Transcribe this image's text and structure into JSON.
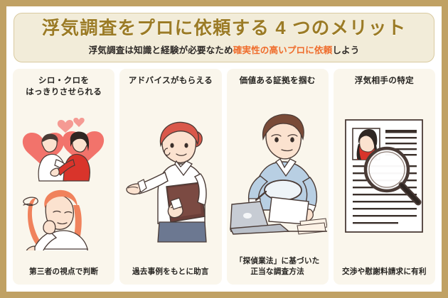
{
  "header": {
    "title": "浮気調査をプロに依頼する 4 つのメリット",
    "subtitle_plain_before": "浮気調査は知識と経験が必要なため",
    "subtitle_highlight": "確実性の高いプロに依頼",
    "subtitle_plain_after": "しよう",
    "title_color": "#9b7b26",
    "highlight_color": "#ef6c2b",
    "box_bg": "#f2ecd9",
    "box_border": "#d9caa0"
  },
  "frame": {
    "border_color": "#c0a164",
    "page_bg": "#ffffff",
    "card_bg": "#faf6ec"
  },
  "cards": [
    {
      "title": "シロ・クロを\nはっきりさせられる",
      "caption": "第三者の視点で判断",
      "illustration": "couple-hearts-worried-woman-illustration"
    },
    {
      "title": "アドバイスがもらえる",
      "caption": "過去事例をもとに助言",
      "illustration": "advisor-woman-with-folder-illustration"
    },
    {
      "title": "価値ある証拠を掴む",
      "caption": "「探偵業法」に基づいた\n正当な調査方法",
      "illustration": "man-with-magnifier-laptop-illustration"
    },
    {
      "title": "浮気相手の特定",
      "caption": "交渉や慰謝料請求に有利",
      "illustration": "document-photo-magnifier-illustration"
    }
  ],
  "palette": {
    "heart_red": "#f2736b",
    "heart_red_light": "#f59a93",
    "dress_red": "#d9342b",
    "hair_orange": "#f0825c",
    "hair_red": "#d9584a",
    "hair_brown": "#7a4b38",
    "skin": "#fbe2cf",
    "shirt_white": "#ffffff",
    "shirt_blue": "#b8cfe3",
    "trousers": "#6c7891",
    "folder_brown": "#6b3f39",
    "laptop_gray": "#c7ccd4",
    "outline": "#4a3b36"
  }
}
